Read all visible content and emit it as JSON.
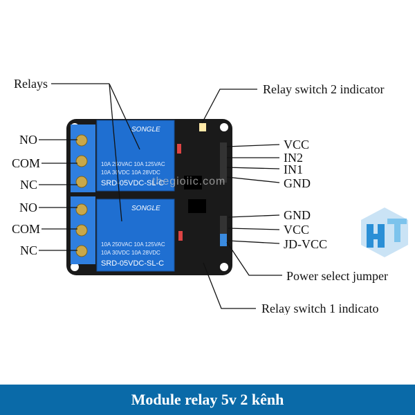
{
  "labels": {
    "relays": "Relays",
    "no_top": "NO",
    "com_top": "COM",
    "nc_top": "NC",
    "no_bottom": "NO",
    "com_bottom": "COM",
    "nc_bottom": "NC",
    "relay2_indicator": "Relay switch 2 indicator",
    "vcc_top": "VCC",
    "in2": "IN2",
    "in1": "IN1",
    "gnd_top": "GND",
    "gnd_bottom": "GND",
    "vcc_bottom": "VCC",
    "jd_vcc": "JD-VCC",
    "power_jumper": "Power select jumper",
    "relay1_indicator": "Relay switch 1 indicato"
  },
  "relay": {
    "brand": "SONGLE",
    "spec1": "10A 250VAC  10A 125VAC",
    "spec2": "10A 30VDC   10A 28VDC",
    "model": "SRD-05VDC-SL-C"
  },
  "watermark": "thegioiic.com",
  "caption": "Module relay 5v 2 kênh",
  "colors": {
    "pcb": "#1a1a1a",
    "relay": "#1f6fd1",
    "terminal": "#2f7fe0",
    "caption_bg": "#0a6aa8",
    "logo_blue": "#2a8fd6"
  }
}
